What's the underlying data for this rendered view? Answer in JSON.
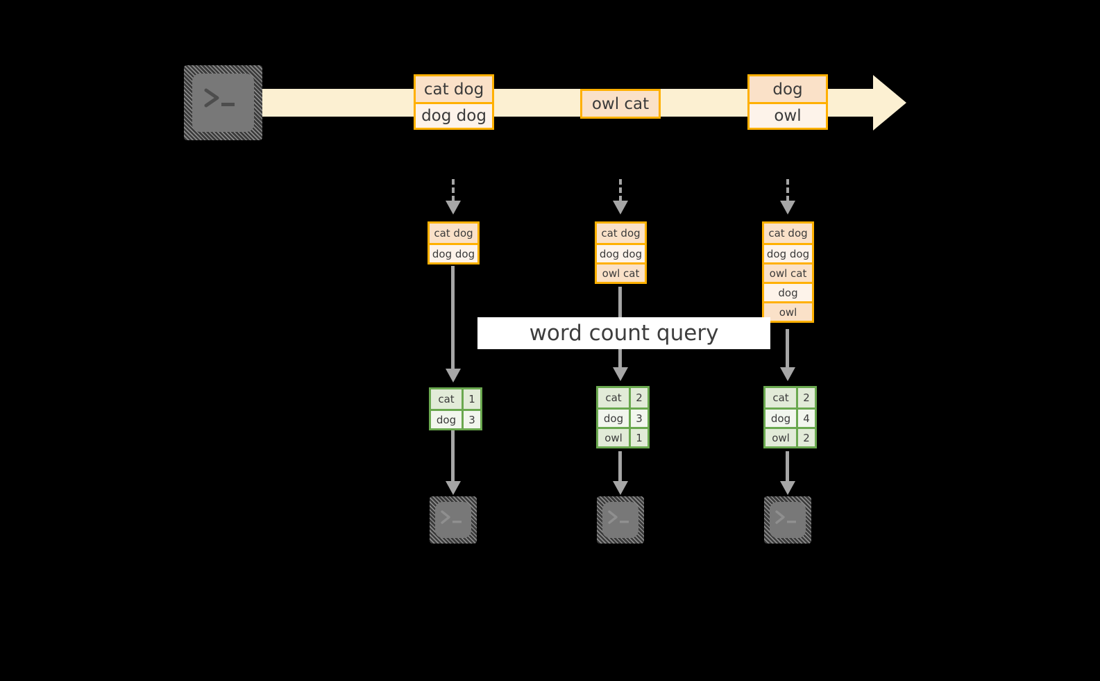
{
  "diagram": {
    "title_label": "word count query",
    "colors": {
      "stream_band": "#fcf0d2",
      "record_border": "#ffb000",
      "record_fill_tint": "#fae1c8",
      "record_fill_pale": "#fdf3ea",
      "result_border": "#6aa84f",
      "result_fill_tint": "#e2ebd8",
      "result_fill_pale": "#f2f6ee",
      "connector": "#a6a6a6",
      "terminal_face": "#787878",
      "background": "#000000"
    },
    "source": {
      "icon": "terminal-icon",
      "prompt_glyph": ">_"
    },
    "stream": {
      "icon": "arrow-right-icon",
      "batches": [
        {
          "name": "batch-1",
          "rows": [
            {
              "text": "cat dog",
              "shade": "tint"
            },
            {
              "text": "dog dog",
              "shade": "pale"
            }
          ]
        },
        {
          "name": "batch-2",
          "rows": [
            {
              "text": "owl cat",
              "shade": "tint"
            }
          ]
        },
        {
          "name": "batch-3",
          "rows": [
            {
              "text": "dog",
              "shade": "tint"
            },
            {
              "text": "owl",
              "shade": "pale"
            }
          ]
        }
      ]
    },
    "columns": [
      {
        "name": "snapshot-1",
        "input_rows": [
          {
            "text": "cat dog",
            "shade": "tint"
          },
          {
            "text": "dog dog",
            "shade": "pale"
          }
        ],
        "result_rows": [
          {
            "key": "cat",
            "value": "1",
            "shade": "tint"
          },
          {
            "key": "dog",
            "value": "3",
            "shade": "pale"
          }
        ],
        "sink_icon": "terminal-icon"
      },
      {
        "name": "snapshot-2",
        "input_rows": [
          {
            "text": "cat dog",
            "shade": "tint"
          },
          {
            "text": "dog dog",
            "shade": "pale"
          },
          {
            "text": "owl cat",
            "shade": "tint"
          }
        ],
        "result_rows": [
          {
            "key": "cat",
            "value": "2",
            "shade": "tint"
          },
          {
            "key": "dog",
            "value": "3",
            "shade": "pale"
          },
          {
            "key": "owl",
            "value": "1",
            "shade": "tint"
          }
        ],
        "sink_icon": "terminal-icon"
      },
      {
        "name": "snapshot-3",
        "input_rows": [
          {
            "text": "cat dog",
            "shade": "tint"
          },
          {
            "text": "dog dog",
            "shade": "pale"
          },
          {
            "text": "owl cat",
            "shade": "tint"
          },
          {
            "text": "dog",
            "shade": "pale"
          },
          {
            "text": "owl",
            "shade": "tint"
          }
        ],
        "result_rows": [
          {
            "key": "cat",
            "value": "2",
            "shade": "tint"
          },
          {
            "key": "dog",
            "value": "4",
            "shade": "pale"
          },
          {
            "key": "owl",
            "value": "2",
            "shade": "tint"
          }
        ],
        "sink_icon": "terminal-icon"
      }
    ]
  }
}
